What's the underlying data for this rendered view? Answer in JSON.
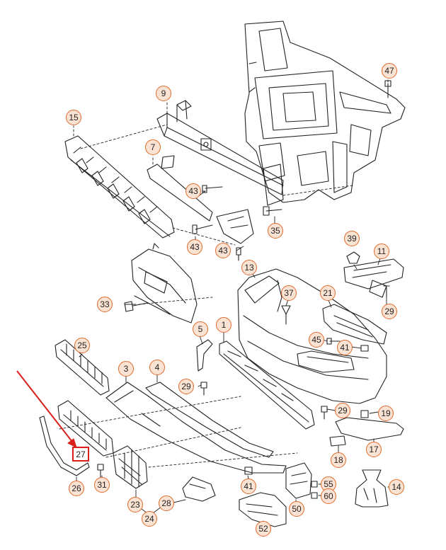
{
  "diagram": {
    "callouts": [
      {
        "id": "c47",
        "label": "47"
      },
      {
        "id": "c9",
        "label": "9"
      },
      {
        "id": "c15",
        "label": "15"
      },
      {
        "id": "c7",
        "label": "7"
      },
      {
        "id": "c43a",
        "label": "43"
      },
      {
        "id": "c43b",
        "label": "43"
      },
      {
        "id": "c43c",
        "label": "43"
      },
      {
        "id": "c35",
        "label": "35"
      },
      {
        "id": "c39",
        "label": "39"
      },
      {
        "id": "c11",
        "label": "11"
      },
      {
        "id": "c13",
        "label": "13"
      },
      {
        "id": "c29a",
        "label": "29"
      },
      {
        "id": "c33",
        "label": "33"
      },
      {
        "id": "c37",
        "label": "37"
      },
      {
        "id": "c21",
        "label": "21"
      },
      {
        "id": "c5",
        "label": "5"
      },
      {
        "id": "c1",
        "label": "1"
      },
      {
        "id": "c45",
        "label": "45"
      },
      {
        "id": "c41a",
        "label": "41"
      },
      {
        "id": "c25",
        "label": "25"
      },
      {
        "id": "c3",
        "label": "3"
      },
      {
        "id": "c4",
        "label": "4"
      },
      {
        "id": "c29b",
        "label": "29"
      },
      {
        "id": "c29c",
        "label": "29"
      },
      {
        "id": "c19",
        "label": "19"
      },
      {
        "id": "c27",
        "label": "27"
      },
      {
        "id": "c17",
        "label": "17"
      },
      {
        "id": "c18",
        "label": "18"
      },
      {
        "id": "c26",
        "label": "26"
      },
      {
        "id": "c31",
        "label": "31"
      },
      {
        "id": "c41b",
        "label": "41"
      },
      {
        "id": "c55",
        "label": "55"
      },
      {
        "id": "c60",
        "label": "60"
      },
      {
        "id": "c14",
        "label": "14"
      },
      {
        "id": "c23",
        "label": "23"
      },
      {
        "id": "c28",
        "label": "28"
      },
      {
        "id": "c24",
        "label": "24"
      },
      {
        "id": "c50",
        "label": "50"
      },
      {
        "id": "c52",
        "label": "52"
      }
    ],
    "highlighted_callout": "27",
    "colors": {
      "callout_fill": "#fbe3d4",
      "callout_border": "#e06a2c",
      "highlight": "#d9201a",
      "line": "#222222"
    }
  }
}
